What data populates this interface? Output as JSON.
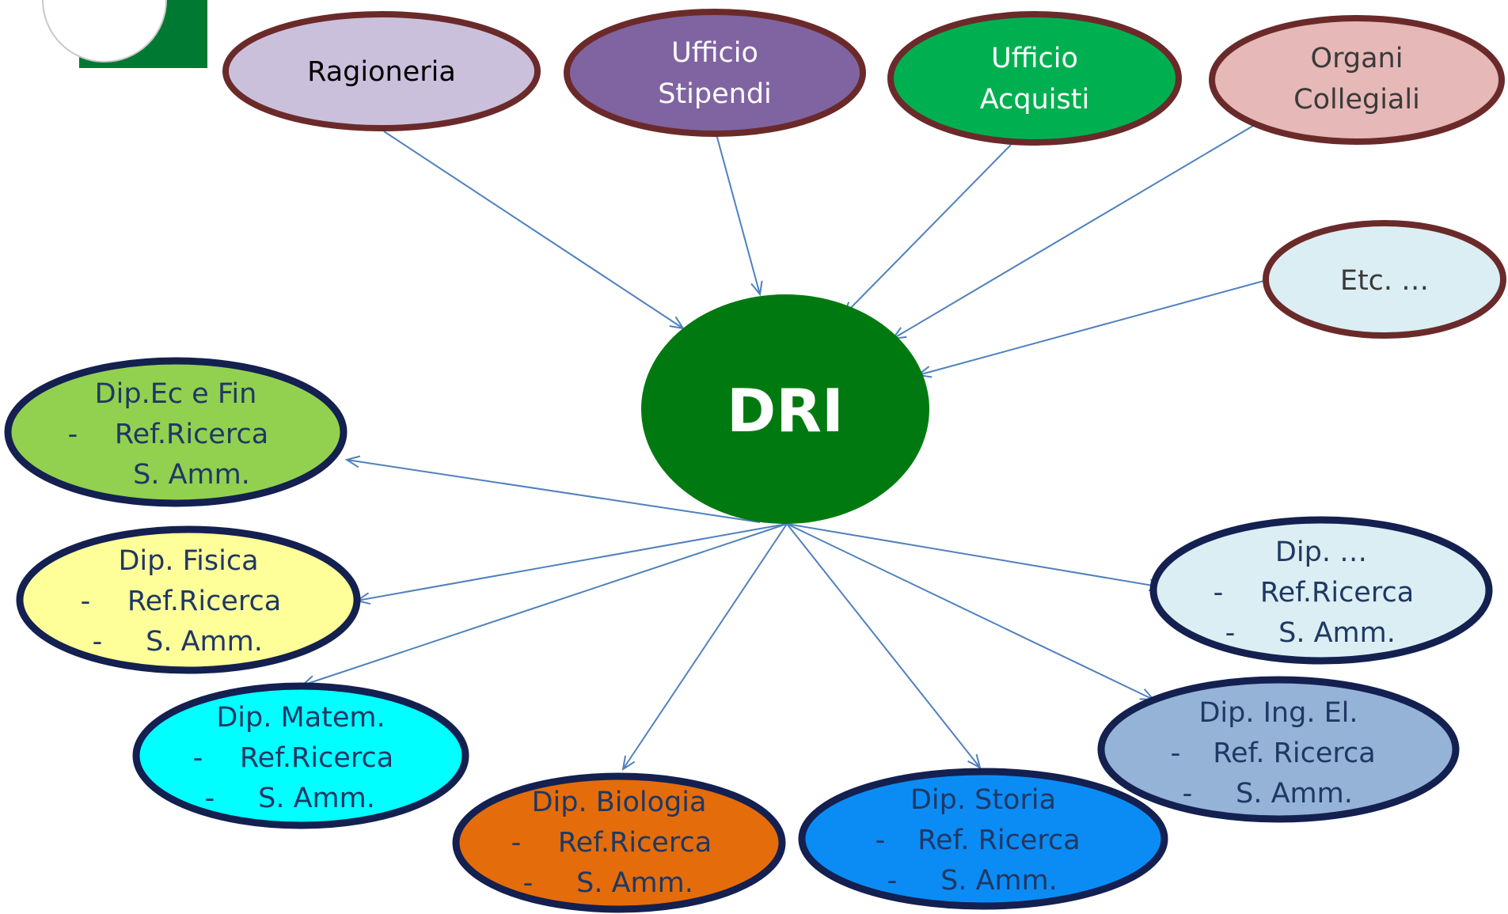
{
  "center": {
    "label": "DRI",
    "fill": "#007a10",
    "text_color": "#ffffff"
  },
  "sources": [
    {
      "id": "ragioneria",
      "lines": [
        "Ragioneria"
      ],
      "fill": "#cbc0dc",
      "border": "#6b2a2a",
      "text_color": "#000000"
    },
    {
      "id": "ufficio-stipendi",
      "lines": [
        "Ufficio",
        "Stipendi"
      ],
      "fill": "#8064a2",
      "border": "#6b2a2a",
      "text_color": "#ffffff"
    },
    {
      "id": "ufficio-acquisti",
      "lines": [
        "Ufficio",
        "Acquisti"
      ],
      "fill": "#00b050",
      "border": "#6b2a2a",
      "text_color": "#ffffff"
    },
    {
      "id": "organi-collegiali",
      "lines": [
        "Organi",
        "Collegiali"
      ],
      "fill": "#e6b8b7",
      "border": "#6b2a2a",
      "text_color": "#3a3a3a"
    },
    {
      "id": "etc",
      "lines": [
        "Etc. …"
      ],
      "fill": "#dbeef3",
      "border": "#6b2a2a",
      "text_color": "#3a3a3a"
    }
  ],
  "departments": [
    {
      "id": "dip-ec-fin",
      "lines": [
        {
          "dash": "",
          "text": "Dip.Ec e Fin"
        },
        {
          "dash": "-",
          "text": "Ref.Ricerca"
        },
        {
          "dash": "",
          "text": "S. Amm."
        }
      ],
      "fill": "#92d050",
      "border": "#132050",
      "text_color": "#1f3864"
    },
    {
      "id": "dip-fisica",
      "lines": [
        {
          "dash": "",
          "text": "Dip. Fisica"
        },
        {
          "dash": "-",
          "text": "Ref.Ricerca"
        },
        {
          "dash": "-",
          "text": "S. Amm."
        }
      ],
      "fill": "#ffff99",
      "border": "#132050",
      "text_color": "#1f3864"
    },
    {
      "id": "dip-matem",
      "lines": [
        {
          "dash": "",
          "text": "Dip. Matem."
        },
        {
          "dash": "-",
          "text": "Ref.Ricerca"
        },
        {
          "dash": "-",
          "text": "S. Amm."
        }
      ],
      "fill": "#00ffff",
      "border": "#132050",
      "text_color": "#1f3864"
    },
    {
      "id": "dip-biologia",
      "lines": [
        {
          "dash": "",
          "text": "Dip. Biologia"
        },
        {
          "dash": "-",
          "text": "Ref.Ricerca"
        },
        {
          "dash": "-",
          "text": "S. Amm."
        }
      ],
      "fill": "#e46c0a",
      "border": "#132050",
      "text_color": "#1f3864"
    },
    {
      "id": "dip-storia",
      "lines": [
        {
          "dash": "",
          "text": "Dip. Storia"
        },
        {
          "dash": "-",
          "text": "Ref. Ricerca"
        },
        {
          "dash": "-",
          "text": "S. Amm."
        }
      ],
      "fill": "#0b8cf5",
      "border": "#132050",
      "text_color": "#1f3864"
    },
    {
      "id": "dip-ing-el",
      "lines": [
        {
          "dash": "",
          "text": "Dip. Ing. El."
        },
        {
          "dash": "-",
          "text": "Ref. Ricerca"
        },
        {
          "dash": "-",
          "text": "S. Amm."
        }
      ],
      "fill": "#95b3d7",
      "border": "#132050",
      "text_color": "#1f3864"
    },
    {
      "id": "dip-etc",
      "lines": [
        {
          "dash": "",
          "text": "Dip. …"
        },
        {
          "dash": "-",
          "text": "Ref.Ricerca"
        },
        {
          "dash": "-",
          "text": "S. Amm."
        }
      ],
      "fill": "#dbeef3",
      "border": "#132050",
      "text_color": "#1f3864"
    }
  ],
  "colors": {
    "arrow": "#4f81bd",
    "logo_green": "#007a33"
  }
}
